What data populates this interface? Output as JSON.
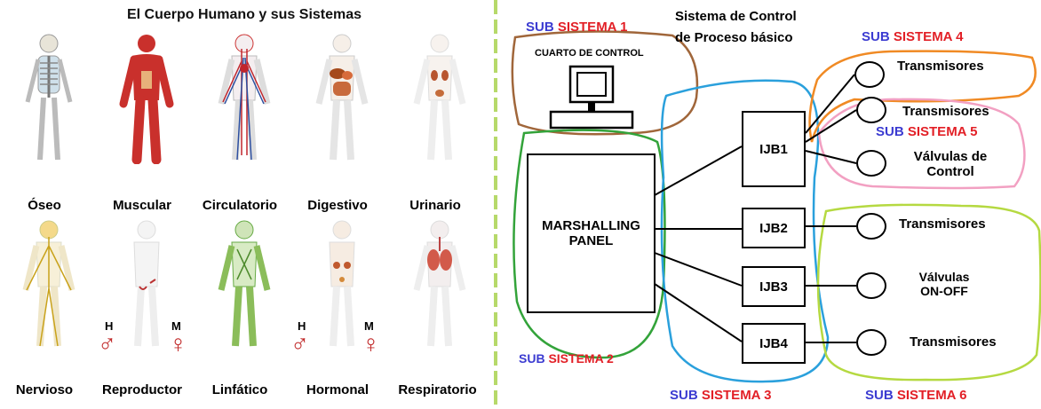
{
  "body_systems": {
    "title": "El Cuerpo Humano y sus Sistemas",
    "row1": [
      "Óseo",
      "Muscular",
      "Circulatorio",
      "Digestivo",
      "Urinario"
    ],
    "row2": [
      "Nervioso",
      "Reproductor",
      "Linfático",
      "Hormonal",
      "Respiratorio"
    ],
    "reproductor_h": "H",
    "reproductor_m": "M",
    "hormonal_h": "H",
    "hormonal_m": "M",
    "male_symbol": "♂",
    "female_symbol": "♀"
  },
  "control": {
    "title_line1": "Sistema de Control",
    "title_line2": "de Proceso básico",
    "sub_prefix": "SUB",
    "subsistemas": [
      "SISTEMA 1",
      "SISTEMA 2",
      "SISTEMA 3",
      "SISTEMA 4",
      "SISTEMA 5",
      "SISTEMA 6"
    ],
    "cuarto": "CUARTO DE CONTROL",
    "marshalling_line1": "MARSHALLING",
    "marshalling_line2": "PANEL",
    "ijb": [
      "IJB1",
      "IJB2",
      "IJB3",
      "IJB4"
    ],
    "devices": {
      "t4": "Transmisores",
      "t5": "Transmisores",
      "v5_line1": "Válvulas de",
      "v5_line2": "Control",
      "t6a": "Transmisores",
      "v6_line1": "Válvulas",
      "v6_line2": "ON-OFF",
      "t6b": "Transmisores"
    }
  },
  "colors": {
    "sub_blue": "#3b3bd1",
    "sub_red": "#e21f26",
    "ss1": "#a0663a",
    "ss2": "#33a33a",
    "ss3": "#2aa0dc",
    "ss4": "#f08a24",
    "ss5": "#f2a0c2",
    "ss6": "#b5d941",
    "divider": "#b6d96a"
  }
}
